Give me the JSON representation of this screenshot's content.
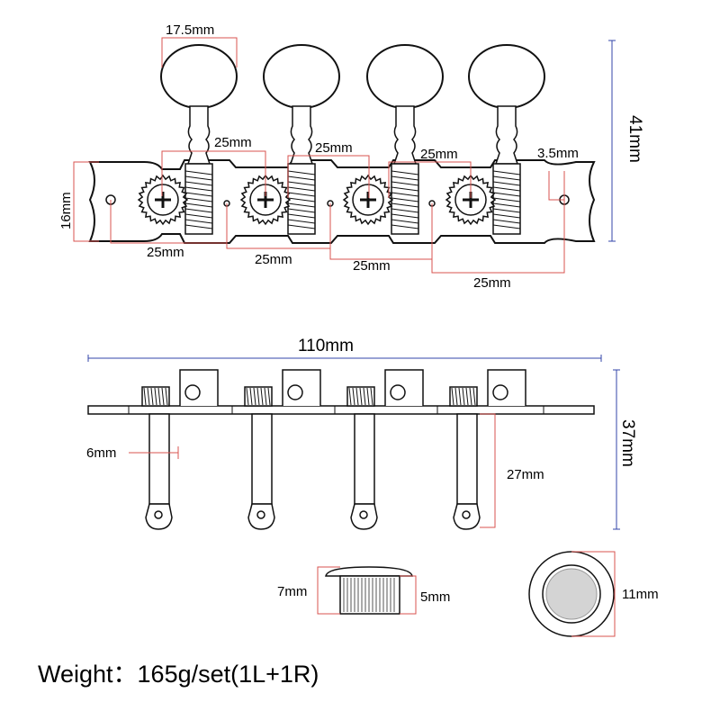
{
  "dimensions": {
    "button_width": "17.5mm",
    "spacing_a": "25mm",
    "spacing_b": "25mm",
    "spacing_c": "25mm",
    "hole_offset": "3.5mm",
    "total_height": "41mm",
    "plate_height": "16mm",
    "pitch_1": "25mm",
    "pitch_2": "25mm",
    "pitch_3": "25mm",
    "pitch_4": "25mm",
    "total_length": "110mm",
    "side_height": "37mm",
    "post_diameter": "6mm",
    "post_length": "27mm",
    "bushing_height": "7mm",
    "bushing_inner": "5mm",
    "bushing_outer": "11mm"
  },
  "weight_label": "Weight：165g/set(1L+1R)",
  "colors": {
    "dimension_line": "#d9534f",
    "overall_line": "#3344aa",
    "ink": "#111111"
  }
}
